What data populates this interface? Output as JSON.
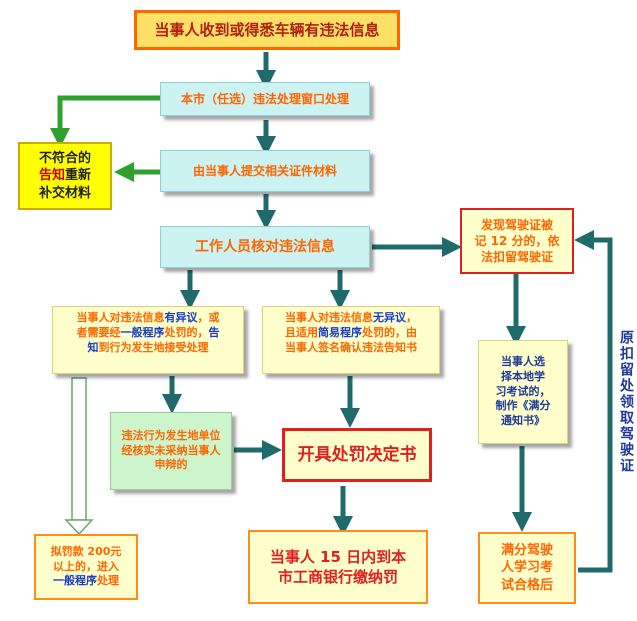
{
  "nodes": {
    "top": "当事人收到或得悉车辆有违法信息",
    "window": "本市（任选）违法处理窗口处理",
    "submit": "由当事人提交相关证件材料",
    "reject": {
      "l1": "不符合的",
      "l2a": "告知",
      "l2b": "重新",
      "l3": "补交材料"
    },
    "verify": "工作人员核对违法信息",
    "dissent": {
      "p1": "当事人对违法信息",
      "p2": "有异议",
      "p3": "，或",
      "p4": "者需要经",
      "p5": "一般程序",
      "p6": "处罚的，",
      "p7": "告",
      "p8": "知",
      "p9": "到行为发生地接受处理"
    },
    "nodissent": {
      "p1": "当事人对违法信息",
      "p2": "无异议",
      "p3": "，",
      "p4": "且适用",
      "p5": "简易程序",
      "p6": "处罚的，由",
      "p7": "当事人签名确认违法告知书"
    },
    "unit": "违法行为发生地单位经核实未采纳当事人申辩的",
    "decision": "开具处罚决定书",
    "pay": {
      "l1": "当事人 15 日内到本",
      "l2": "市工商银行缴纳罚"
    },
    "fine": {
      "l1": "拟罚款 200元",
      "l2": "以上的，进入",
      "l3a": "一般程序",
      "l3b": "处理"
    },
    "license": {
      "l1": "发现驾驶证被",
      "l2": "记 12 分的，依",
      "l3": "法扣留驾驶证"
    },
    "study": {
      "l1": "当事人选",
      "l2": "择本地学",
      "l3": "习考试的，",
      "l4": "制作《满分",
      "l5": "通知书》"
    },
    "pass": {
      "l1": "满分驾驶",
      "l2": "人学习考",
      "l3": "试合格后"
    },
    "returnlabel": "原扣留处领取驾驶证"
  },
  "colors": {
    "arrow": "#1f6b6b",
    "green_arrow": "#2ea02e",
    "light_box": "#ccf2f2",
    "light_border": "#8fd0d8",
    "yellow_box": "#ffffcc",
    "mint_box": "#ccf5cc",
    "orange_border": "#ff8c1a",
    "red_border": "#e02020"
  }
}
